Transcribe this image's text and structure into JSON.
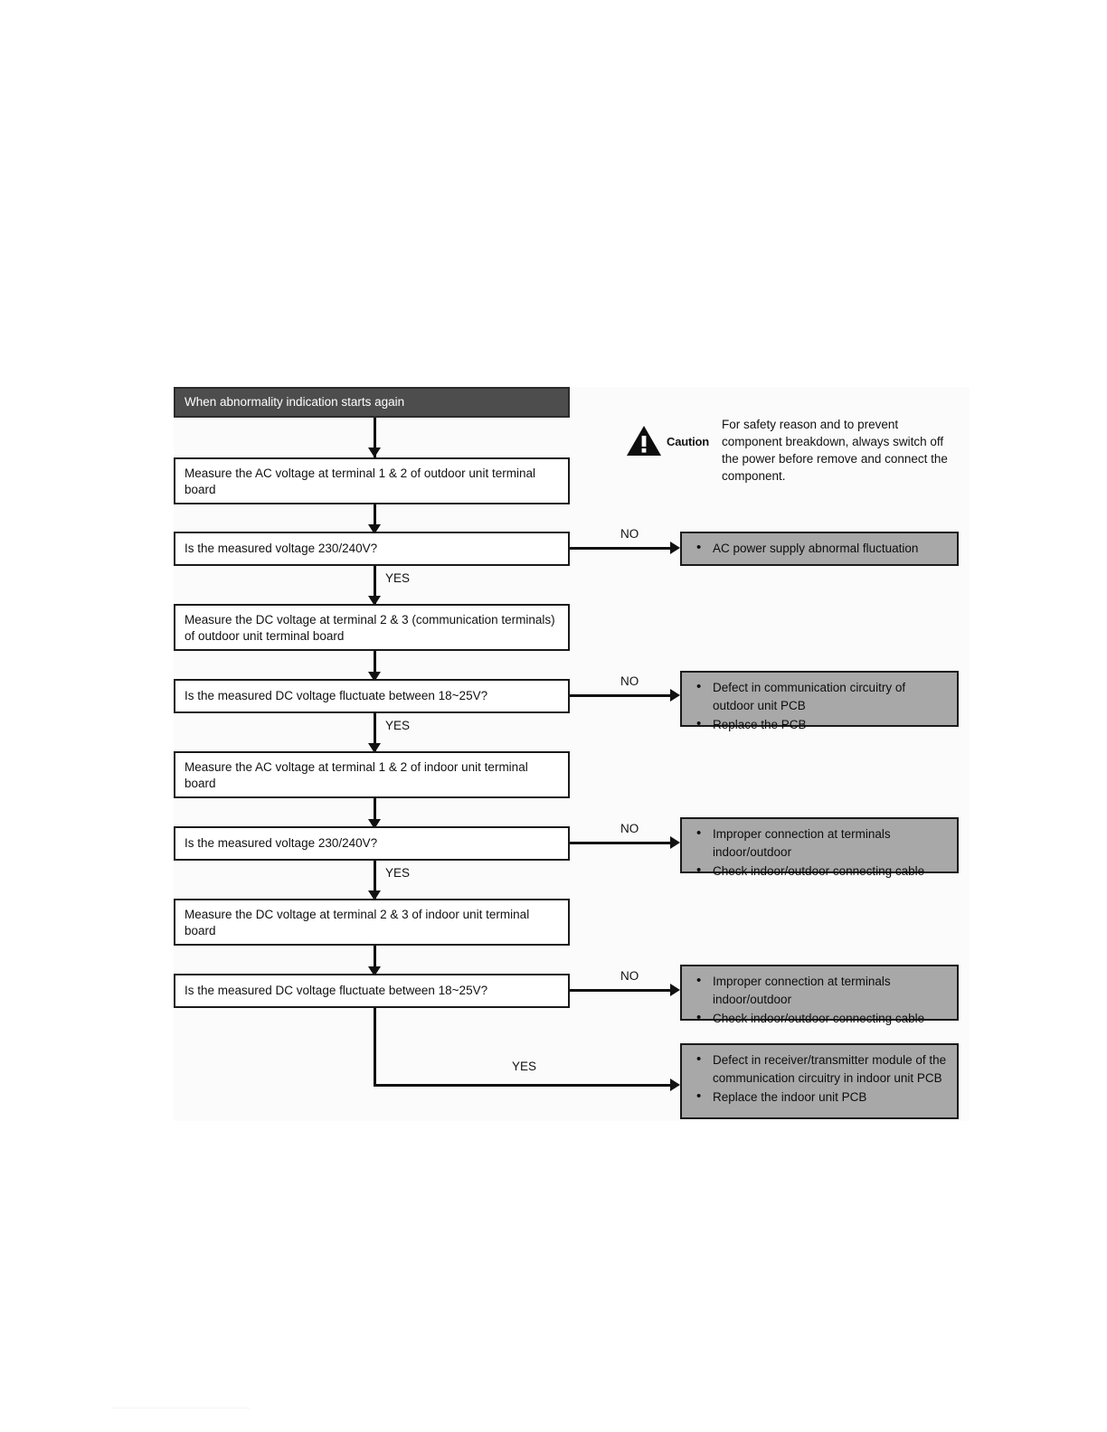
{
  "diagram": {
    "title": "When abnormality indication starts again",
    "caution": {
      "icon": "warning-triangle-icon",
      "word": "Caution",
      "text": "For safety reason and to prevent component breakdown, always switch off the power before remove and connect the component."
    },
    "steps": [
      {
        "id": "step-measure-ac-outdoor",
        "type": "process",
        "text": "Measure the AC voltage at terminal 1 & 2 of outdoor unit terminal board"
      },
      {
        "id": "decision-ac-outdoor",
        "type": "decision",
        "text": "Is the measured voltage 230/240V?",
        "no_label": "NO",
        "yes_label": "YES"
      },
      {
        "id": "step-measure-dc-outdoor",
        "type": "process",
        "text": "Measure the DC voltage at terminal 2 & 3 (communication terminals) of outdoor unit terminal board"
      },
      {
        "id": "decision-dc-outdoor",
        "type": "decision",
        "text": "Is the measured DC voltage fluctuate between 18~25V?",
        "no_label": "NO",
        "yes_label": "YES"
      },
      {
        "id": "step-measure-ac-indoor",
        "type": "process",
        "text": "Measure the AC voltage at terminal 1 & 2 of indoor unit terminal board"
      },
      {
        "id": "decision-ac-indoor",
        "type": "decision",
        "text": "Is the measured voltage 230/240V?",
        "no_label": "NO",
        "yes_label": "YES"
      },
      {
        "id": "step-measure-dc-indoor",
        "type": "process",
        "text": "Measure the DC voltage at terminal 2 & 3 of indoor unit terminal board"
      },
      {
        "id": "decision-dc-indoor",
        "type": "decision",
        "text": "Is the measured DC voltage fluctuate between 18~25V?",
        "no_label": "NO",
        "yes_label": "YES"
      }
    ],
    "outcomes": [
      {
        "id": "outcome-ac-power-abnormal",
        "items": [
          "AC power supply abnormal fluctuation"
        ]
      },
      {
        "id": "outcome-outdoor-pcb",
        "items": [
          "Defect in communication circuitry of outdoor unit PCB",
          "Replace the PCB"
        ]
      },
      {
        "id": "outcome-improper-connection-ac",
        "items": [
          "Improper connection at terminals indoor/outdoor",
          "Check indoor/outdoor connecting cable"
        ]
      },
      {
        "id": "outcome-improper-connection-dc",
        "items": [
          "Improper connection at terminals indoor/outdoor",
          "Check indoor/outdoor connecting cable"
        ]
      },
      {
        "id": "outcome-indoor-pcb",
        "items": [
          "Defect in receiver/transmitter module of the communication circuitry in indoor unit PCB",
          "Replace the indoor unit PCB"
        ]
      }
    ],
    "colors": {
      "header_fill": "#4d4d4d",
      "outcome_fill": "#a8a8a8",
      "line": "#111111",
      "canvas": "#fbfbfb"
    }
  }
}
